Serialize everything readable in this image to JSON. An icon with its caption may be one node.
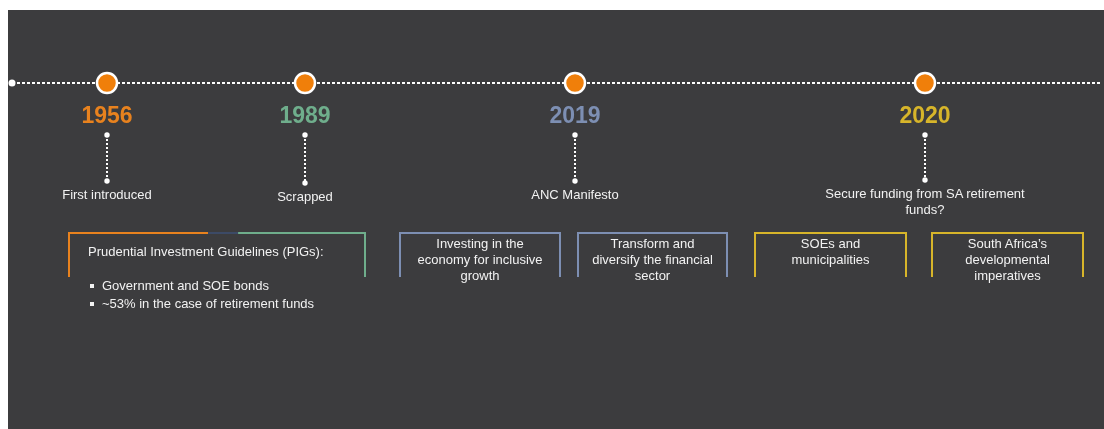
{
  "diagram": {
    "nodes": [
      {
        "text": [
          "1956"
        ]
      },
      {
        "text": [
          "First introduced"
        ]
      },
      {
        "text": [
          "1989"
        ]
      },
      {
        "text": [
          "Scrapped"
        ]
      },
      {
        "text": [
          "2019"
        ]
      },
      {
        "text": [
          "ANC Manifesto"
        ]
      },
      {
        "text": [
          "2020"
        ]
      },
      {
        "text": [
          "Secure funding from SA retirement funds?"
        ]
      },
      {
        "text": [
          "Prudential Investment Guidelines (PIGs):",
          "Government and SOE bonds",
          "~53% in the case of retirement funds"
        ]
      },
      {
        "text": [
          "Investing in the economy for inclusive growth"
        ]
      },
      {
        "text": [
          "Transform and diversify the financial sector"
        ]
      },
      {
        "text": [
          "SOEs and municipalities"
        ]
      },
      {
        "text": [
          "South Africa’s developmental imperatives"
        ]
      }
    ],
    "edges": [
      {
        "from": 0,
        "to": 1,
        "arrow": "other",
        "style": "dashed"
      },
      {
        "from": 2,
        "to": 3,
        "arrow": "other",
        "style": "dashed"
      },
      {
        "from": 4,
        "to": 5,
        "arrow": "other",
        "style": "dashed"
      },
      {
        "from": 6,
        "to": 7,
        "arrow": "other",
        "style": "dashed"
      }
    ]
  }
}
